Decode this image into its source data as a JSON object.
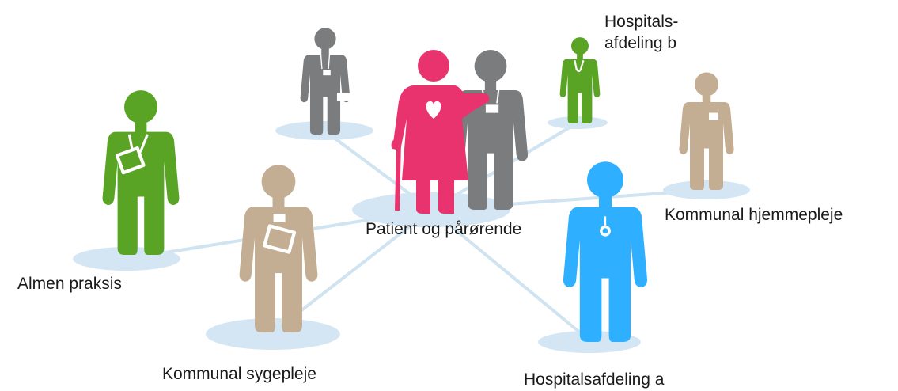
{
  "labels": {
    "center": "Patient og pårørende",
    "almen_praksis": "Almen praksis",
    "kommunal_sygepleje": "Kommunal sygepleje",
    "hospitalsafdeling_a": "Hospitalsafdeling a",
    "kommunal_hjemmepleje": "Kommunal hjemmepleje",
    "hospitalsafdeling_b_line1": "Hospitals-",
    "hospitalsafdeling_b_line2": "afdeling b"
  },
  "colors": {
    "green": "#5aa425",
    "gray": "#7a7c7e",
    "tan": "#c4ae93",
    "pink": "#e8336f",
    "blue": "#2eafff",
    "connector": "#cfe3f1",
    "shadow": "#d4e6f3"
  },
  "icons": [
    "stethoscope-icon",
    "clipboard-icon",
    "badge-icon",
    "heart-icon",
    "cane-icon"
  ]
}
